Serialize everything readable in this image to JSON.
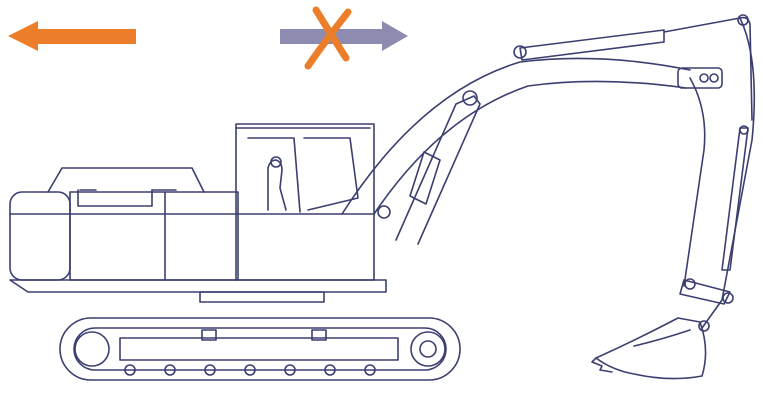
{
  "diagram": {
    "arrows": [
      {
        "name": "allowed-direction-left",
        "direction": "left",
        "color": "#ec7e2a",
        "allowed": true
      },
      {
        "name": "forbidden-direction-right",
        "direction": "right",
        "color": "#8e8bb0",
        "allowed": false,
        "cross_color": "#ec7e2a"
      }
    ],
    "machine": {
      "type": "excavator",
      "outline_color": "#3b3f70",
      "fill_color": "#ffffff"
    }
  }
}
